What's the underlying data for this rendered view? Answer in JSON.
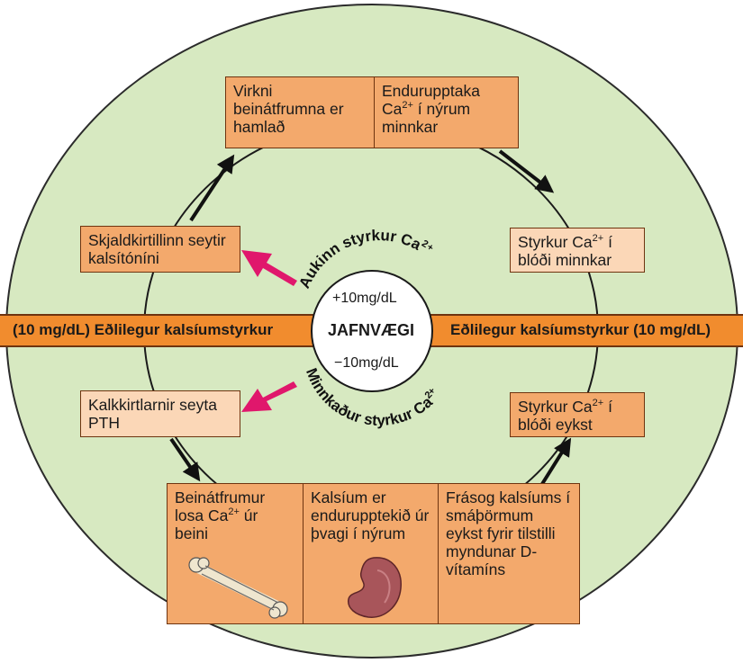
{
  "center": {
    "equilibrium": "JAFNVÆGI",
    "plus": "+10mg/dL",
    "minus": "−10mg/dL",
    "arc_top": "Aukinn styrkur Ca",
    "arc_bottom": "Minnkaður styrkur Ca",
    "ion_sup": "2+"
  },
  "band": {
    "left": "(10 mg/dL) Eðlilegur kalsíumstyrkur",
    "right": "Eðlilegur kalsíumstyrkur (10 mg/dL)"
  },
  "top_box": {
    "left": "Virkni beinátfrumna er hamlað",
    "right_pre": "Endurupptaka Ca",
    "right_sup": "2+",
    "right_post": " í nýrum minnkar"
  },
  "thyroid_box": "Skjaldkirtillinn seytir kalsítóníni",
  "blood_decreases": {
    "pre": "Styrkur Ca",
    "sup": "2+",
    "post": " í blóði minnkar"
  },
  "parathyroid_box": "Kalkkirtlarnir seyta PTH",
  "blood_increases": {
    "pre": "Styrkur Ca",
    "sup": "2+",
    "post": " í blóði eykst"
  },
  "bottom_box": {
    "bone_pre": "Beinátfrumur losa Ca",
    "bone_sup": "2+",
    "bone_post": " úr beini",
    "kidney": "Kalsíum er endurupptekið úr þvagi í nýrum",
    "intestine": "Frásog kalsíums í smáþörmum eykst fyrir tilstilli myndunar D-vítamíns"
  },
  "colors": {
    "outer_fill": "#d7e9c1",
    "band": "#f18c2e",
    "box_dark": "#f3a96c",
    "box_light": "#fbd7b7",
    "pink_arrow": "#e0176c"
  },
  "icons": [
    "bone-icon",
    "kidney-icon"
  ]
}
